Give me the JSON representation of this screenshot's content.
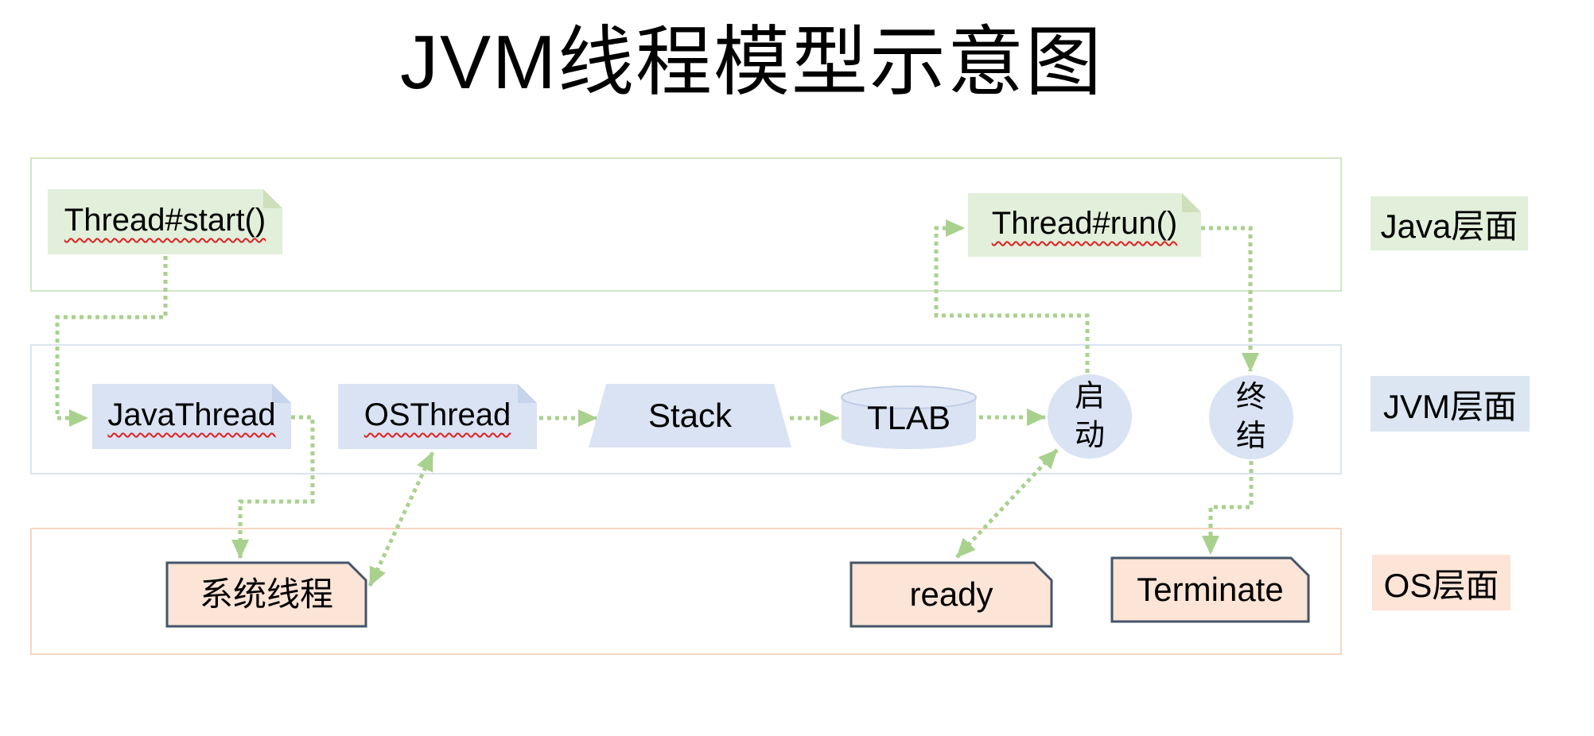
{
  "title": "JVM线程模型示意图",
  "layers": [
    {
      "id": "java",
      "label": "Java层面"
    },
    {
      "id": "jvm",
      "label": "JVM层面"
    },
    {
      "id": "os",
      "label": "OS层面"
    }
  ],
  "nodes": {
    "thread_start": "Thread#start()",
    "thread_run": "Thread#run()",
    "java_thread": "JavaThread",
    "os_thread": "OSThread",
    "stack": "Stack",
    "tlab": "TLAB",
    "qidong": "启动",
    "zhongjie": "终结",
    "xitong": "系统线程",
    "ready": "ready",
    "terminate": "Terminate"
  },
  "colors": {
    "connector": "#a9d18e",
    "green_fill": "#e2efda",
    "green_fold": "#cde0bb",
    "java_band_border": "#d3e6c5",
    "blue_fill": "#dae3f3",
    "blue_fold": "#c6d4ec",
    "jvm_band_border": "#dae4f1",
    "jvm_label_fill": "#dce6f2",
    "peach_fill": "#fce4d6",
    "peach_border": "#44546a",
    "os_band_border": "#f5d6c1",
    "squiggle": "#e02020",
    "cylinder_rim": "#bfcde6",
    "cylinder_top": "#e2e9f6"
  }
}
